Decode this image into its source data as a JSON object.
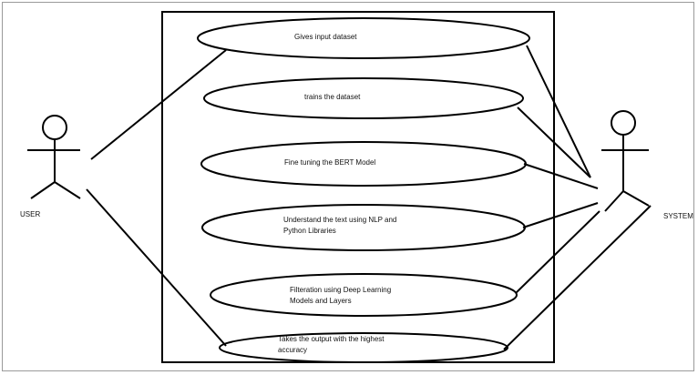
{
  "actors": {
    "user": {
      "label": "USER"
    },
    "system": {
      "label": "SYSTEM"
    }
  },
  "use_cases": [
    {
      "id": "uc1",
      "line1": "Gives input dataset",
      "line2": ""
    },
    {
      "id": "uc2",
      "line1": "trains the dataset",
      "line2": ""
    },
    {
      "id": "uc3",
      "line1": "Fine tuning the BERT Model",
      "line2": ""
    },
    {
      "id": "uc4",
      "line1": "Understand the text using NLP and",
      "line2": "Python Libraries"
    },
    {
      "id": "uc5",
      "line1": "Filteration using Deep Learning",
      "line2": "Models and Layers"
    },
    {
      "id": "uc6",
      "line1": "Takes the output with the highest",
      "line2": "accuracy"
    }
  ],
  "colors": {
    "stroke": "#000000",
    "text": "#111111",
    "frame": "#9a9a9a"
  }
}
